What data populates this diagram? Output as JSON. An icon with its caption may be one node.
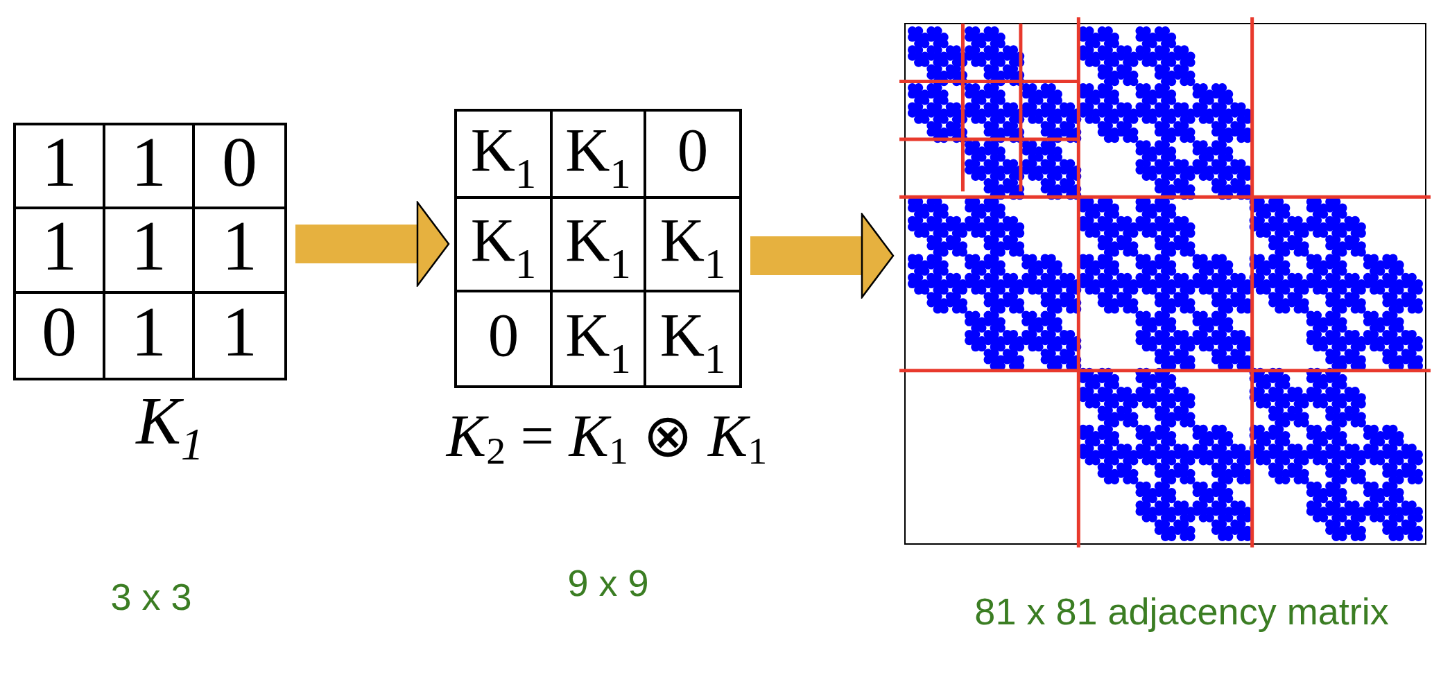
{
  "diagram": {
    "nodes": [
      {
        "text": [
          "K$_{1}$"
        ]
      },
      {
        "text": [
          "1"
        ],
        "in": 0
      },
      {
        "text": [
          "1"
        ],
        "in": 0
      },
      {
        "text": [
          "0"
        ],
        "in": 0
      },
      {
        "text": [
          "1"
        ],
        "in": 0
      },
      {
        "text": [
          "1"
        ],
        "in": 0
      },
      {
        "text": [
          "1"
        ],
        "in": 0
      },
      {
        "text": [
          "0"
        ],
        "in": 0
      },
      {
        "text": [
          "1"
        ],
        "in": 0
      },
      {
        "text": [
          "1"
        ],
        "in": 0
      },
      {
        "text": [
          "*K*$_{2}$ = *K*$_{1}$ ⊗ *K*$_{1}$"
        ]
      },
      {
        "text": [
          "K$_{1}$"
        ],
        "in": 10
      },
      {
        "text": [
          "K$_{1}$"
        ],
        "in": 10
      },
      {
        "text": [
          "0"
        ],
        "in": 10
      },
      {
        "text": [
          "K$_{1}$"
        ],
        "in": 10
      },
      {
        "text": [
          "K$_{1}$"
        ],
        "in": 10
      },
      {
        "text": [
          "K$_{1}$"
        ],
        "in": 10
      },
      {
        "text": [
          "0"
        ],
        "in": 10
      },
      {
        "text": [
          "K$_{1}$"
        ],
        "in": 10
      },
      {
        "text": [
          "K$_{1}$"
        ],
        "in": 10
      },
      {
        "text": [],
        "shape": "picture"
      }
    ],
    "edges": [
      {
        "from": 0,
        "to": 10,
        "arrow": "to"
      },
      {
        "from": 10,
        "to": 20,
        "arrow": "to"
      }
    ],
    "labels": [
      "3 x 3",
      "9 x 9",
      "81 x 81 adjacency matrix"
    ]
  }
}
